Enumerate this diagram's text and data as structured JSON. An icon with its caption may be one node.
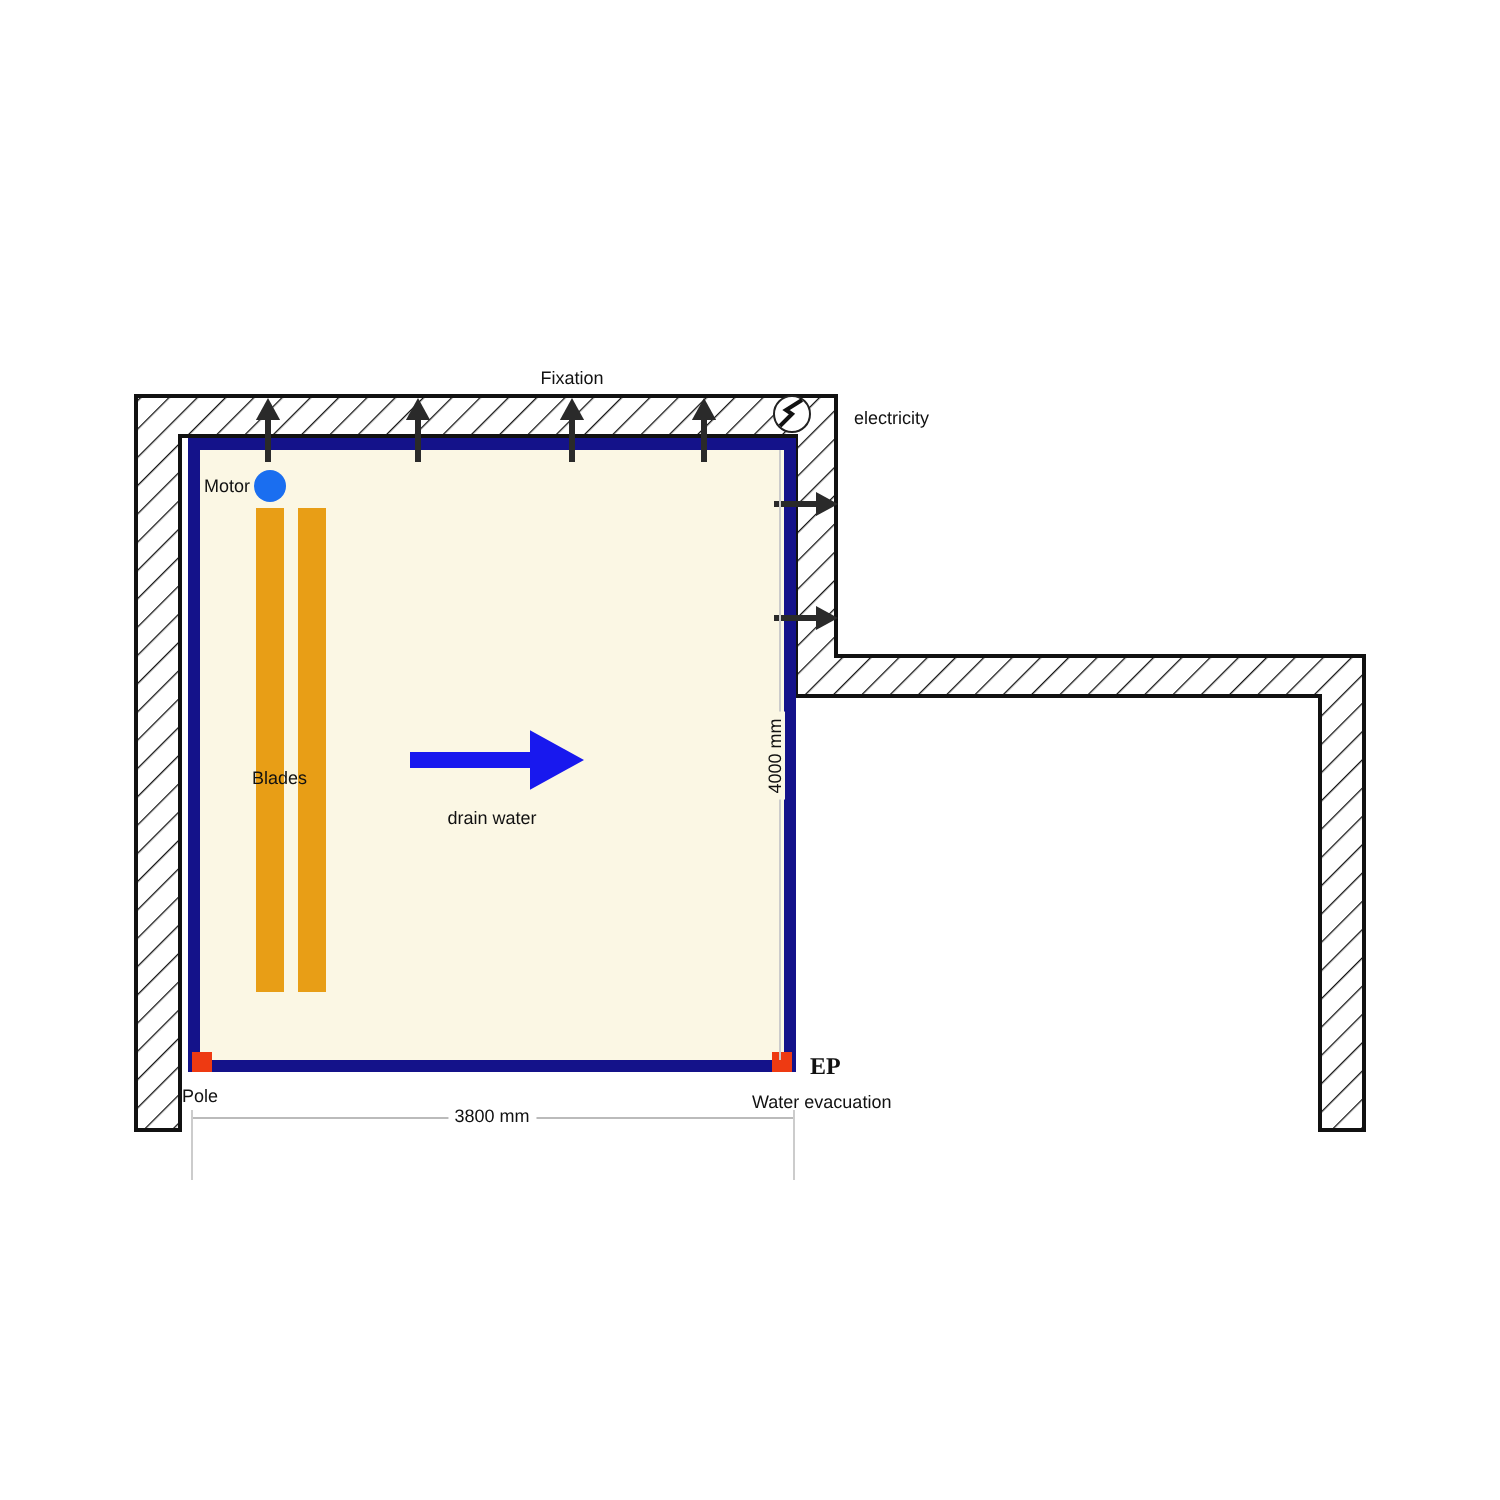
{
  "diagram": {
    "labels": [
      "Fixation",
      "electricity",
      "Motor",
      "Blades",
      "drain water",
      "4000 mm",
      "EP",
      "Pole",
      "Water evacuation",
      "3800 mm"
    ]
  }
}
